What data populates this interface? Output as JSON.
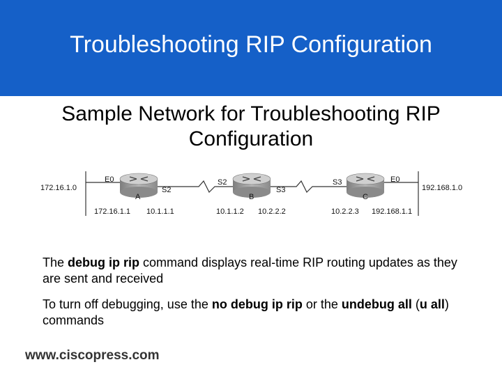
{
  "slide": {
    "title": "Troubleshooting RIP Configuration",
    "subtitle": "Sample Network for Troubleshooting RIP Configuration"
  },
  "diagram": {
    "routers": [
      {
        "name": "A",
        "s_if": "S2",
        "e_if": "E0"
      },
      {
        "name": "B",
        "s_if_left": "S2",
        "s_if_right": "S3"
      },
      {
        "name": "C",
        "s_if": "S3",
        "e_if": "E0"
      }
    ],
    "networks": {
      "left": "172.16.1.0",
      "right": "192.168.1.0"
    },
    "addresses": {
      "a_e0": "172.16.1.1",
      "a_s2": "10.1.1.1",
      "b_s2": "10.1.1.2",
      "b_s3": "10.2.2.2",
      "c_s3": "10.2.2.3",
      "c_e0": "192.168.1.1"
    },
    "colors": {
      "router_body": "#9a9a9a",
      "router_top": "#c9c9c9"
    }
  },
  "paragraphs": {
    "p1": {
      "t1": "The ",
      "b1": "debug ip rip",
      "t2": " command displays real-time RIP routing updates as they are sent and received"
    },
    "p2": {
      "t1": "To turn off debugging, use the ",
      "b1": "no debug ip rip",
      "t2": " or the ",
      "b2": "undebug all",
      "t3": " (",
      "b3": "u all",
      "t4": ") commands"
    }
  },
  "footer": {
    "url": "www.ciscopress.com"
  },
  "theme": {
    "header_bg": "#1560c8"
  }
}
